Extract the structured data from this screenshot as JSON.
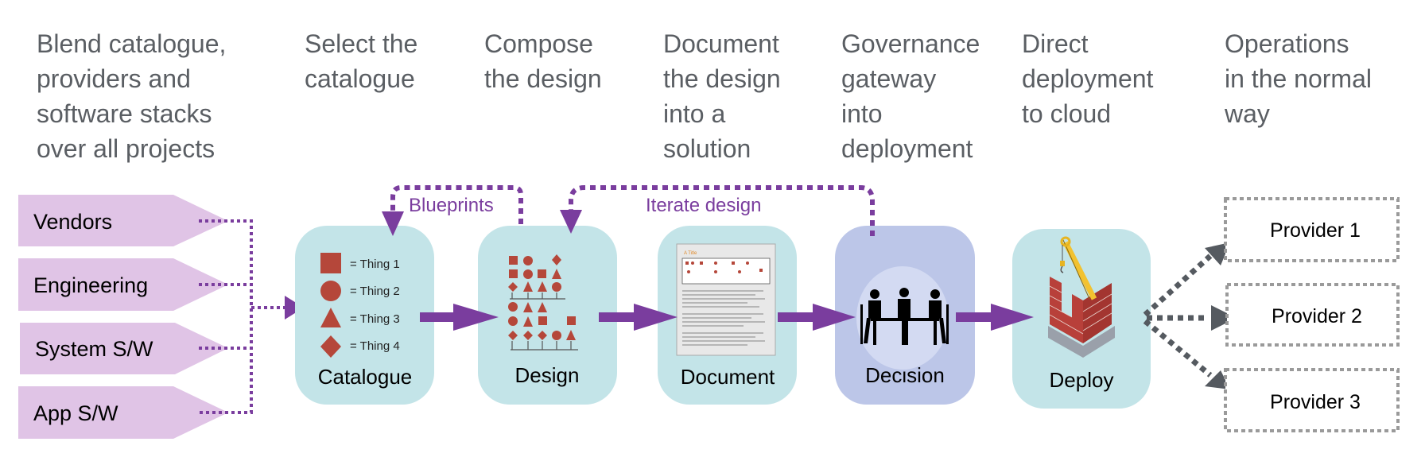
{
  "columns": [
    {
      "lines": [
        "Blend catalogue,",
        "providers and",
        "software stacks",
        "over all projects"
      ]
    },
    {
      "lines": [
        "Select the",
        "catalogue"
      ]
    },
    {
      "lines": [
        "Compose",
        "the design"
      ]
    },
    {
      "lines": [
        "Document",
        "the design",
        "into a",
        "solution"
      ]
    },
    {
      "lines": [
        "Governance",
        "gateway",
        "into",
        "deployment"
      ]
    },
    {
      "lines": [
        "Direct",
        "deployment",
        "to cloud"
      ]
    },
    {
      "lines": [
        "Operations",
        "in the normal",
        "way"
      ]
    }
  ],
  "sources": [
    "Vendors",
    "Engineering",
    "System S/W",
    "App S/W"
  ],
  "stages": {
    "catalogue": "Catalogue",
    "design": "Design",
    "document": "Document",
    "decision": "Decision",
    "deploy": "Deploy"
  },
  "catalogue_legend": [
    "= Thing 1",
    "= Thing 2",
    "= Thing 3",
    "= Thing 4"
  ],
  "feedback": {
    "blueprints": "Blueprints",
    "iterate": "Iterate design"
  },
  "providers": [
    "Provider 1",
    "Provider 2",
    "Provider 3"
  ],
  "document_icon_title": "A Title",
  "colors": {
    "source_fill": "#e0c4e6",
    "stage_fill": "#c3e4e8",
    "decision_fill": "#bcc6e8",
    "accent_purple": "#7a3d9e",
    "shape_red": "#b5473a",
    "provider_border": "#9a9a9a",
    "gray_arrow": "#555a60",
    "header_text": "#5a5e63"
  }
}
